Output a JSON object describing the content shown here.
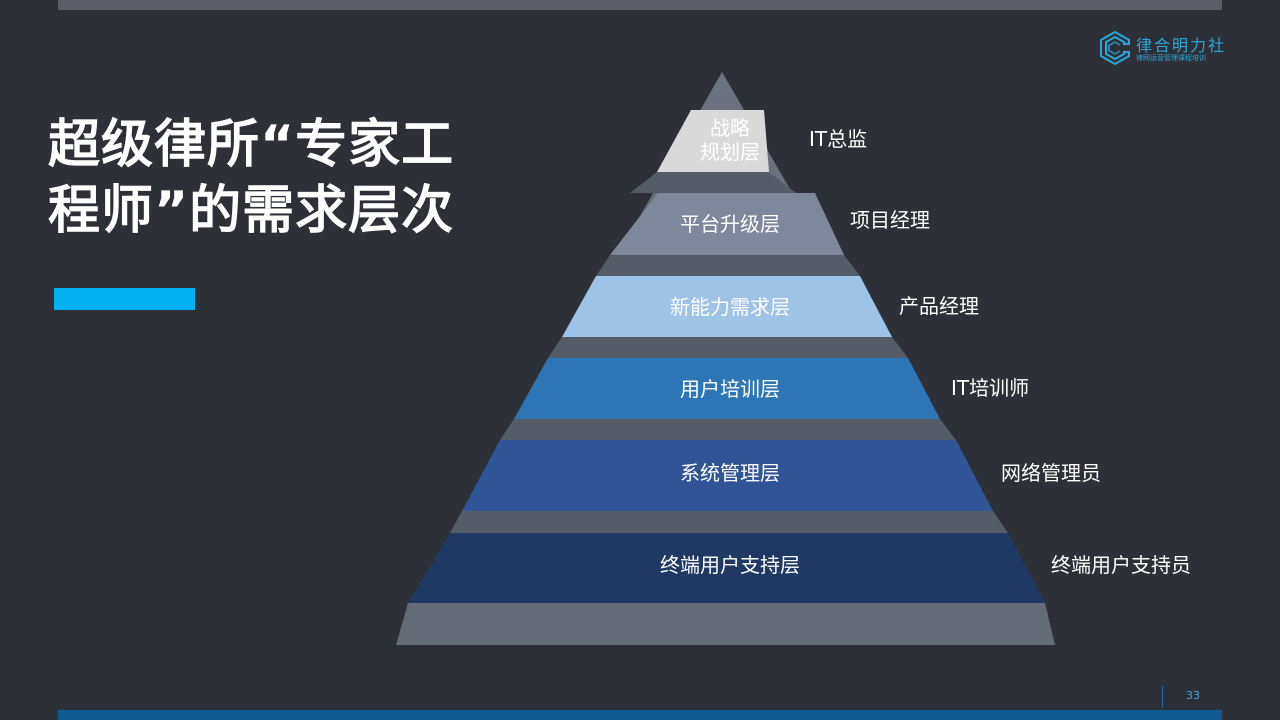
{
  "slide": {
    "title_line1": "超级律所“专家工",
    "title_line2": "程师”的需求层次",
    "page_number": "33"
  },
  "logo": {
    "name": "律合明力社",
    "tagline": "律网运营管理课程培训"
  },
  "colors": {
    "background": "#2e3038",
    "accent": "#00b0f0",
    "layer_1": "#d9d9d9",
    "layer_2": "#7f889a",
    "layer_3": "#9dc3e6",
    "layer_4": "#2e75b6",
    "layer_5": "#2f5597",
    "layer_6": "#1f3864"
  },
  "pyramid": {
    "layers": [
      {
        "label_line1": "战略",
        "label_line2": "规划层",
        "role": "IT总监"
      },
      {
        "label": "平台升级层",
        "role": "项目经理"
      },
      {
        "label": "新能力需求层",
        "role": "产品经理"
      },
      {
        "label": "用户培训层",
        "role": "IT培训师"
      },
      {
        "label": "系统管理层",
        "role": "网络管理员"
      },
      {
        "label": "终端用户支持层",
        "role": "终端用户支持员"
      }
    ]
  }
}
